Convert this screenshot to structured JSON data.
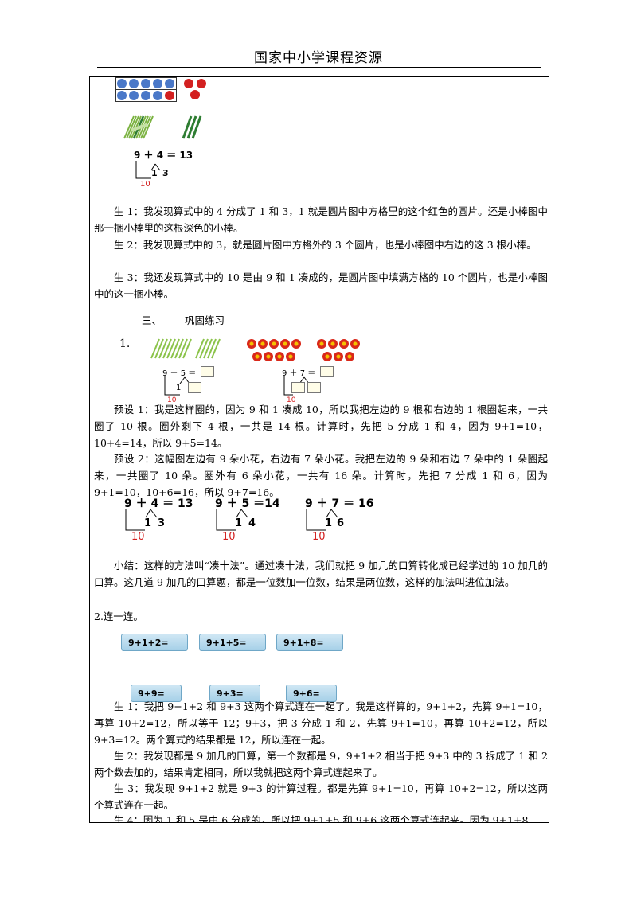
{
  "header": {
    "title": "国家中小学课程资源"
  },
  "figure1": {
    "equation": "9 ＋ 4 ＝ 13",
    "split_a": "1",
    "split_b": "3",
    "ten": "10"
  },
  "paragraphs1": [
    "生 1：我发现算式中的 4 分成了 1 和 3，1 就是圆片图中方格里的这个红色的圆片。还是小棒图中那一捆小棒里的这根深色的小棒。",
    "生 2：我发现算式中的 3，就是圆片图中方格外的 3 个圆片，也是小棒图中右边的这 3 根小棒。",
    "生 3：我还发现算式中的 10 是由 9 和 1 凑成的，是圆片图中填满方格的 10 个圆片，也是小棒图中的这一捆小棒。"
  ],
  "section3": {
    "number": "三、",
    "title": "巩固练习"
  },
  "exercise1": {
    "label": "1.",
    "left_eq": "9 ＋ 5 ＝",
    "left_split": "1",
    "left_ten": "10",
    "right_eq": "9 ＋ 7 ＝",
    "right_ten": "10"
  },
  "paragraphs2": [
    "预设 1：我是这样圈的，因为 9 和 1 凑成 10，所以我把左边的 9 根和右边的 1 根圈起来，一共圈了 10 根。圈外剩下 4 根，一共是 14 根。计算时，先把 5 分成 1 和 4，因为 9+1=10，10+4=14，所以 9+5=14。",
    "预设 2：这幅图左边有 9 朵小花，右边有 7 朵小花。我把左边的 9 朵和右边 7 朵中的 1 朵圈起来，一共圈了 10 朵。圈外有 6 朵小花，一共有 16 朵。计算时，先把 7 分成 1 和 6，因为 9+1=10，10+6=16，所以 9+7=16。"
  ],
  "equations": [
    {
      "eq": "9 ＋ 4 ＝ 13",
      "a": "1",
      "b": "3",
      "ten": "10"
    },
    {
      "eq": "9 ＋ 5 ＝14",
      "a": "1",
      "b": "4",
      "ten": "10"
    },
    {
      "eq": "9 ＋ 7 ＝ 16",
      "a": "1",
      "b": "6",
      "ten": "10"
    }
  ],
  "summary": "小结：这样的方法叫“凑十法”。通过凑十法，我们就把 9 加几的口算转化成已经学过的 10 加几的口算。这几道 9 加几的口算题，都是一位数加一位数，结果是两位数，这样的加法叫进位加法。",
  "exercise2": {
    "title": "2.连一连。",
    "top_cards": [
      "9+1+2=",
      "9+1+5=",
      "9+1+8="
    ],
    "bottom_cards": [
      "9+9=",
      "9+3=",
      "9+6="
    ]
  },
  "paragraphs3": [
    "生 1：我把 9+1+2 和 9+3 这两个算式连在一起了。我是这样算的，9+1+2，先算 9+1=10，再算 10+2=12，所以等于 12；9+3，把 3 分成 1 和 2，先算 9+1=10，再算 10+2=12，所以 9+3=12。两个算式的结果都是 12，所以连在一起。",
    "生 2：我发现都是 9 加几的口算，第一个数都是 9，9+1+2 相当于把 9+3 中的 3 拆成了 1 和 2 两个数去加的，结果肯定相同，所以我就把这两个算式连起来了。",
    "生 3：我发现 9+1+2 就是 9+3 的计算过程。都是先算 9+1=10，再算 10+2=12，所以这两个算式连在一起。",
    "生 4：因为 1 和 5 是由 6 分成的，所以把 9+1+5 和 9+6 这两个算式连起来。因为 9+1+8"
  ],
  "colors": {
    "accent_red": "#d32020",
    "card_blue": "#a6d0e8",
    "disc_blue": "#4a78c8",
    "disc_red": "#d32020"
  }
}
